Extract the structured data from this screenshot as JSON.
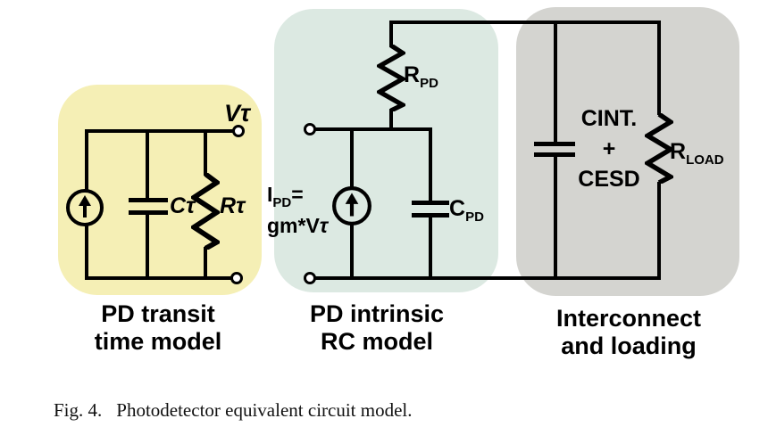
{
  "figure_caption": {
    "fig_label": "Fig. 4.",
    "text": "Photodetector equivalent circuit model."
  },
  "regions": {
    "transit": {
      "label_line1": "PD transit",
      "label_line2": "time model",
      "color": "#f5efb5"
    },
    "intrinsic": {
      "label_line1": "PD intrinsic",
      "label_line2": "RC model",
      "color": "#dce9e2"
    },
    "interconnect": {
      "label_line1": "Interconnect",
      "label_line2": "and loading",
      "color": "#d4d4d0"
    }
  },
  "labels": {
    "v_tau": {
      "base": "V",
      "tau": "τ"
    },
    "c_tau": {
      "base": "C",
      "tau": "τ"
    },
    "r_tau": {
      "base": "R",
      "tau": "τ"
    },
    "r_pd": {
      "base": "R",
      "sub": "PD"
    },
    "i_pd": {
      "base": "I",
      "sub": "PD",
      "equals": "="
    },
    "gm_v_tau": {
      "text": "gm*V",
      "tau": "τ"
    },
    "c_pd": {
      "base": "C",
      "sub": "PD"
    },
    "c_int": {
      "base": "C",
      "sub": "INT."
    },
    "plus": "+",
    "c_esd": {
      "base": "C",
      "sub": "ESD"
    },
    "r_load": {
      "base": "R",
      "sub": "LOAD"
    }
  }
}
